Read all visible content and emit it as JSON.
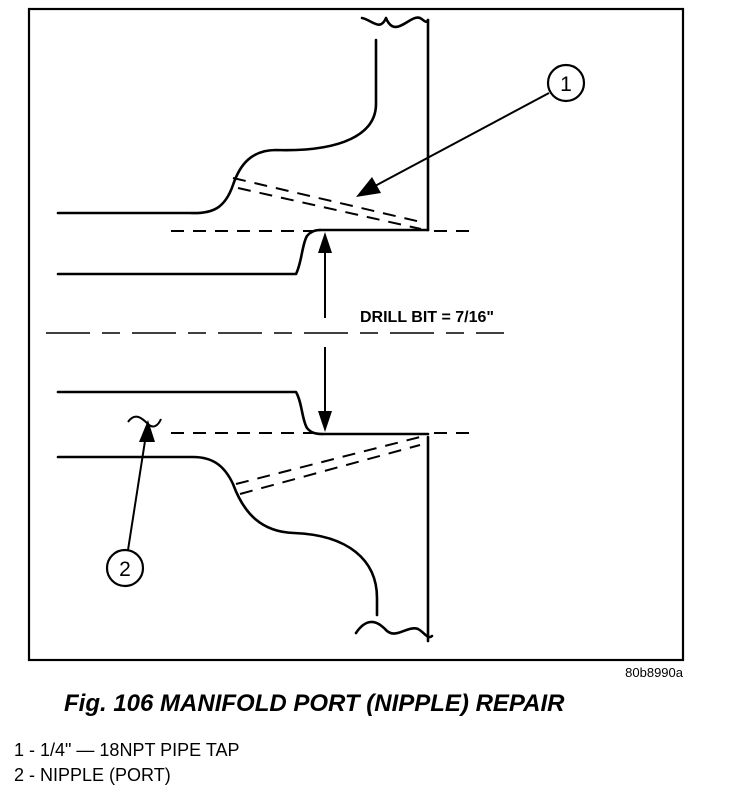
{
  "figure": {
    "caption": "Fig. 106 MANIFOLD PORT (NIPPLE) REPAIR",
    "image_code": "80b8990a",
    "annotation": "DRILL BIT = 7/16\"",
    "callouts": [
      {
        "number": "1"
      },
      {
        "number": "2"
      }
    ]
  },
  "legend": {
    "items": [
      {
        "text": "1 - 1/4\" — 18NPT PIPE TAP"
      },
      {
        "text": "2 - NIPPLE (PORT)"
      }
    ]
  }
}
